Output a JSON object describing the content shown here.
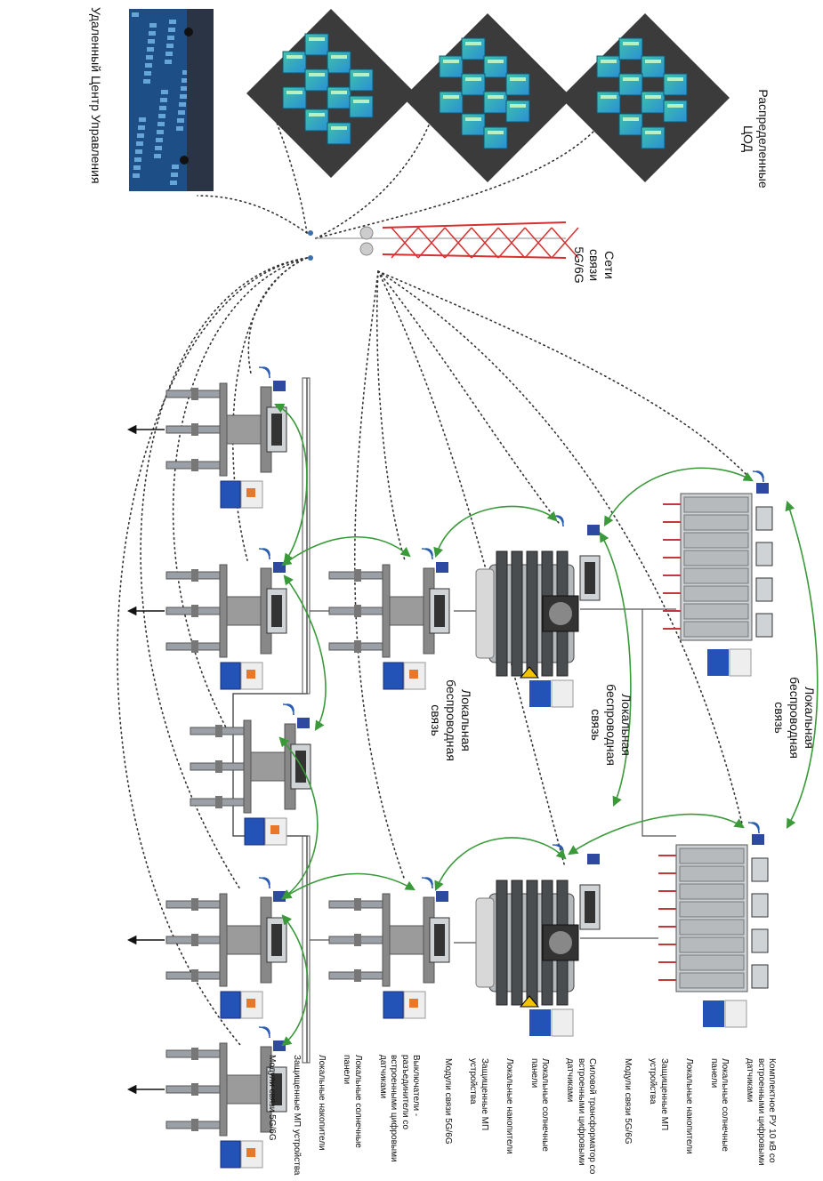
{
  "labels": {
    "control_center": "Удаленный Центр Управления",
    "data_centers": "Распределенные\nЦОД",
    "network": "Сети\nсвязи\n5G/6G",
    "local_wireless": "Локальная\nбеспроводная\nсвязь"
  },
  "groups": {
    "switches": [
      "Выключатели - разъединители со встроенными цифровыми датчиками",
      "Локальные солнечные панели",
      "Локальные накопители",
      "Защищенные МП устройства",
      "Модули связи 5G/6G"
    ],
    "transformer": [
      "Силовой трансформатор со встроенными цифровыми датчиками",
      "Локальные солнечные панели",
      "Локальные накопители",
      "Защищенные МП устройства",
      "Модули связи 5G/6G"
    ],
    "switchgear": [
      "Комплектное РУ 10 кВ со встроенными цифровыми датчиками",
      "Локальные солнечные панели",
      "Локальные накопители",
      "Защищенные МП устройства",
      "Модули связи 5G/6G"
    ]
  },
  "colors": {
    "wireless_link": "#3a9a3a",
    "cloud_link": "#333333",
    "screen_blue": "#1d4f86",
    "server_green": "#3ec3a8",
    "server_blue": "#2a8fd6",
    "tower_red": "#d83030",
    "panel_blue": "#2453b8"
  }
}
